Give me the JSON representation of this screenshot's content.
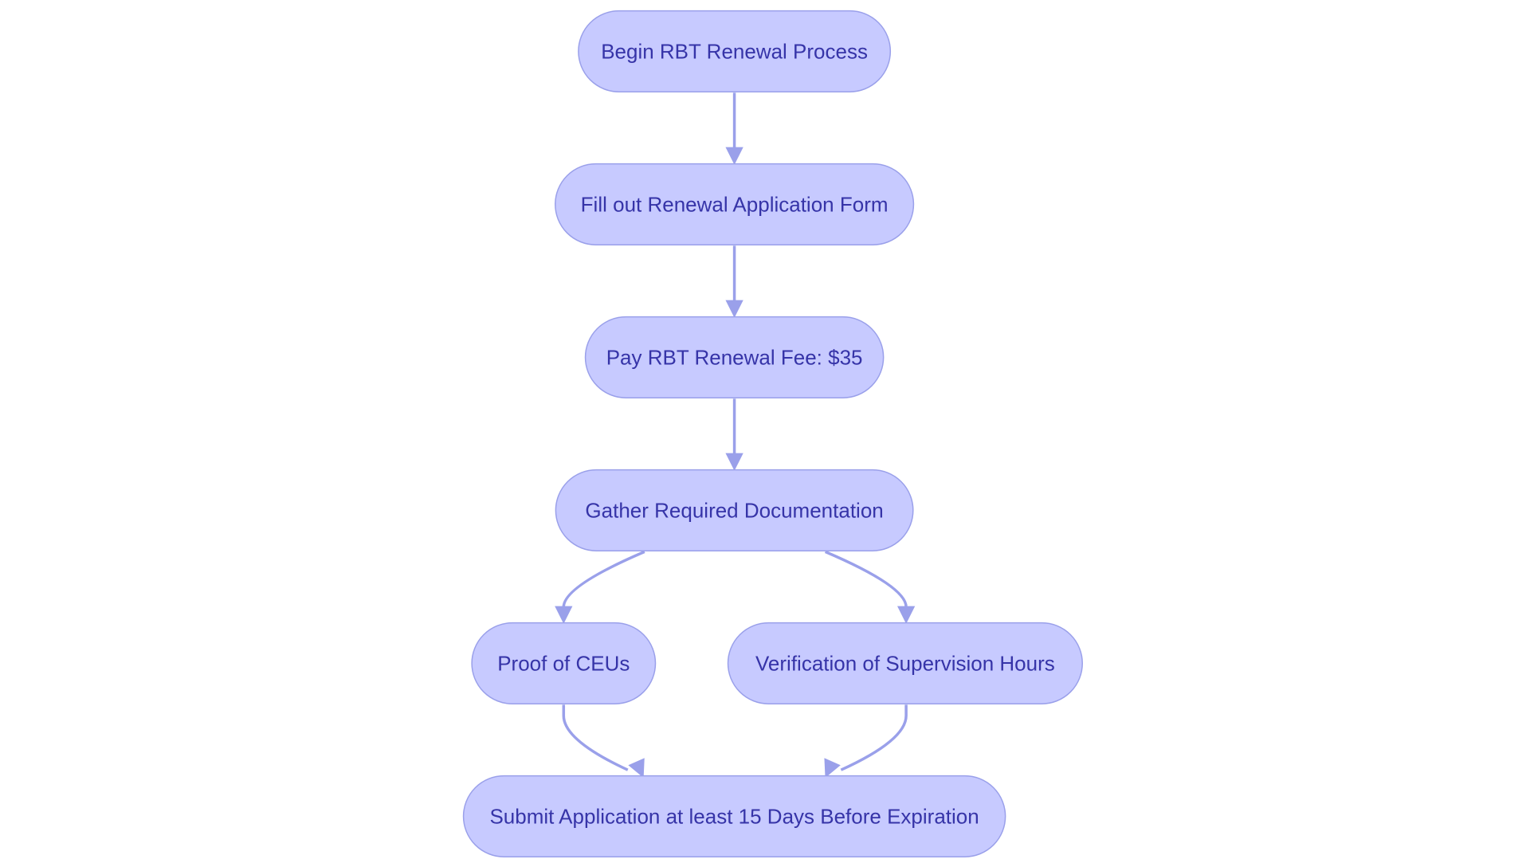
{
  "diagram": {
    "type": "flowchart",
    "colors": {
      "node_fill": "#c7caff",
      "node_border": "#9aa0ea",
      "node_text": "#3634a8",
      "edge": "#9aa0ea"
    },
    "nodes": [
      {
        "id": "begin",
        "label": "Begin RBT Renewal Process"
      },
      {
        "id": "fill",
        "label": "Fill out Renewal Application Form"
      },
      {
        "id": "pay",
        "label": "Pay RBT Renewal Fee: $35"
      },
      {
        "id": "gather",
        "label": "Gather Required Documentation"
      },
      {
        "id": "ceus",
        "label": "Proof of CEUs"
      },
      {
        "id": "supervision",
        "label": "Verification of Supervision Hours"
      },
      {
        "id": "submit",
        "label": "Submit Application at least 15 Days Before Expiration"
      }
    ],
    "edges": [
      {
        "from": "begin",
        "to": "fill"
      },
      {
        "from": "fill",
        "to": "pay"
      },
      {
        "from": "pay",
        "to": "gather"
      },
      {
        "from": "gather",
        "to": "ceus"
      },
      {
        "from": "gather",
        "to": "supervision"
      },
      {
        "from": "ceus",
        "to": "submit"
      },
      {
        "from": "supervision",
        "to": "submit"
      }
    ]
  }
}
